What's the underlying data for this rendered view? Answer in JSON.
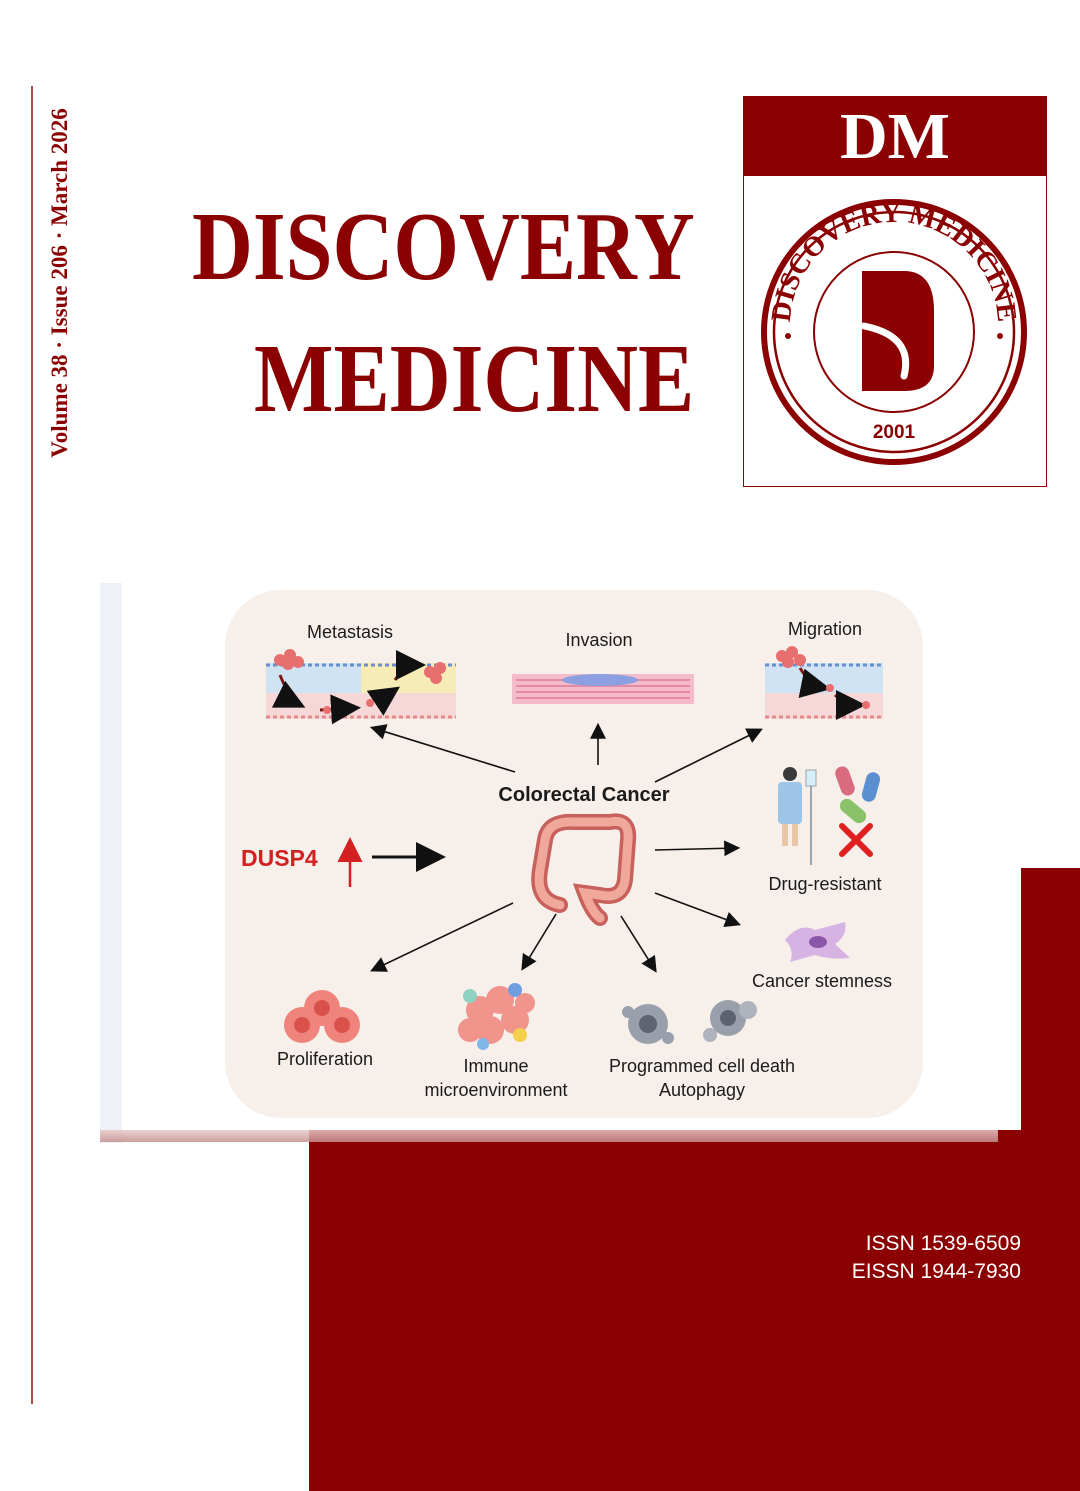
{
  "spine": {
    "text": "Volume 38 · Issue 206 · March 2026"
  },
  "title": {
    "line1": "DISCOVERY",
    "line2": "MEDICINE"
  },
  "logo": {
    "abbr": "DM",
    "seal_text": "DISCOVERY MEDICINE",
    "year": "2001"
  },
  "diagram": {
    "center": "Colorectal Cancer",
    "gene": "DUSP4",
    "nodes": {
      "metastasis": "Metastasis",
      "invasion": "Invasion",
      "migration": "Migration",
      "drug_resistant": "Drug-resistant",
      "cancer_stemness": "Cancer stemness",
      "proliferation": "Proliferation",
      "immune_1": "Immune",
      "immune_2": "microenvironment",
      "pcd_1": "Programmed cell death",
      "pcd_2": "Autophagy"
    }
  },
  "issn": {
    "print": "ISSN 1539-6509",
    "online": "EISSN 1944-7930"
  },
  "colors": {
    "brand": "#8b0000",
    "card_bg": "#f6efea",
    "gene_red": "#d42020"
  }
}
